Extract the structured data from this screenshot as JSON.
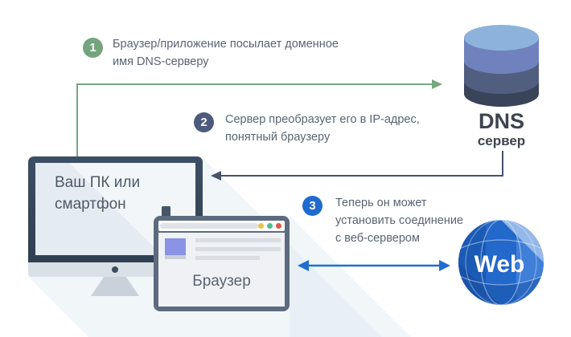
{
  "title": "DNS resolution diagram",
  "steps": [
    {
      "number": "1",
      "color": "#74a57d",
      "lines": [
        "Браузер/приложение посылает доменное",
        "имя DNS-серверу"
      ]
    },
    {
      "number": "2",
      "color": "#4c5a7d",
      "lines": [
        "Сервер преобразует его в IP-адрес,",
        "понятный браузеру"
      ]
    },
    {
      "number": "3",
      "color": "#1f6bce",
      "lines": [
        "Теперь он может",
        "установить соединение",
        "с веб-сервером"
      ]
    }
  ],
  "devices": {
    "computer_label_lines": [
      "Ваш ПК или",
      "смартфон"
    ],
    "browser_label": "Браузер"
  },
  "dns": {
    "title": "DNS",
    "subtitle": "сервер"
  },
  "web": {
    "label": "Web"
  },
  "colors": {
    "step1_green": "#74a57d",
    "step2_slate": "#4c5a7d",
    "step3_blue": "#1f6bce",
    "arrow_green": "#76a77f",
    "arrow_dark": "#47526b",
    "arrow_blue": "#1e6fd0",
    "text_gray": "#5a6472",
    "dns_cylinder_top": "#8db3dc",
    "dns_cylinder_band1": "#7082be",
    "dns_cylinder_band2": "#515e80",
    "dns_cylinder_band3": "#3a4459",
    "globe_blue": "#2368cb",
    "browser_thumb_purple": "#8a93e6",
    "monitor_frame": "#35465a"
  }
}
